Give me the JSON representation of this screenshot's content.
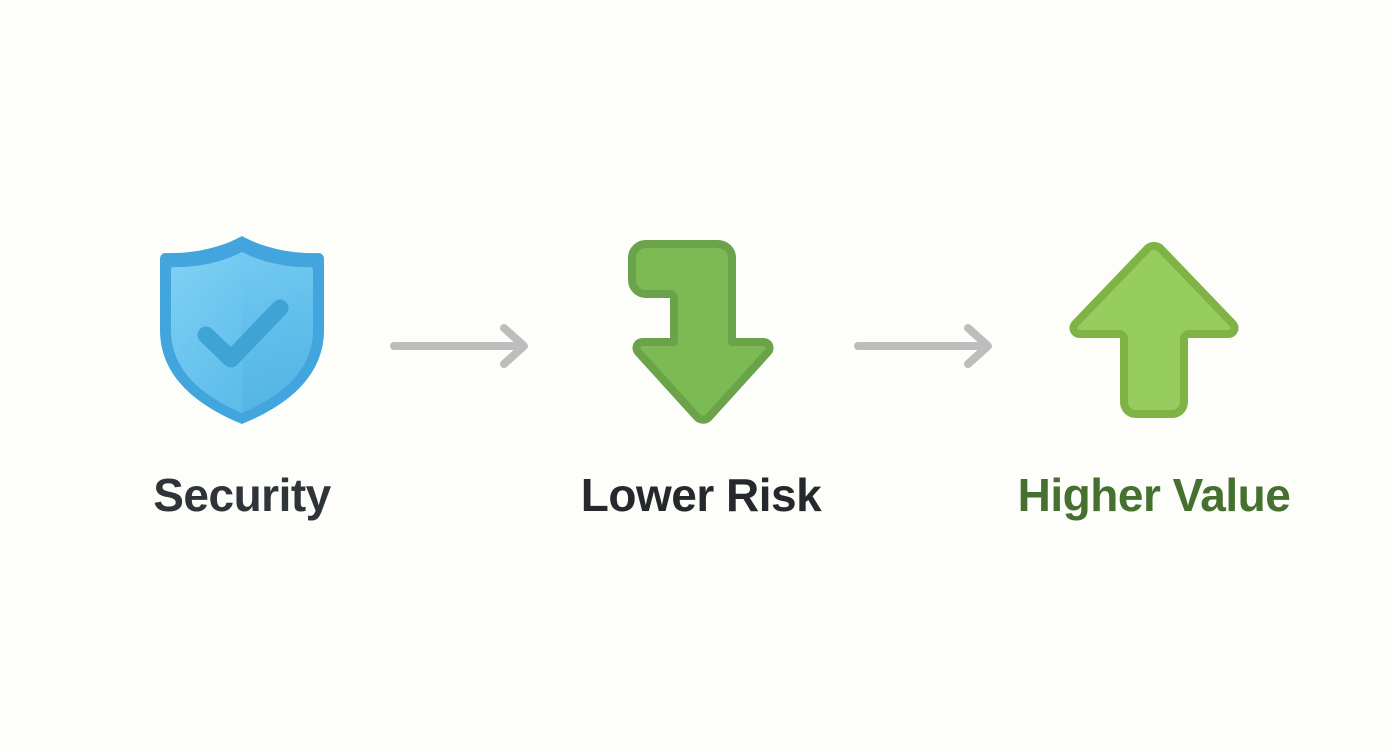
{
  "page": {
    "background_color": "#fdfdfa",
    "type": "process-flow-diagram",
    "title": "",
    "step_count": 3
  },
  "steps": [
    {
      "id": "security",
      "label": "Security",
      "label_color": "#2f3438",
      "icon": "shield-check-icon",
      "icon_colors": {
        "outline": "#42a5dd",
        "fill": "#62c0ec",
        "fill_light": "#74cbf2",
        "check": "#3fa3d4"
      }
    },
    {
      "id": "lower-risk",
      "label": "Lower Risk",
      "label_color": "#25282c",
      "icon": "arrow-turn-down-icon",
      "icon_colors": {
        "outline": "#6aa349",
        "fill": "#7cba54"
      }
    },
    {
      "id": "higher-value",
      "label": "Higher Value",
      "label_color": "#45702f",
      "icon": "arrow-up-icon",
      "icon_colors": {
        "outline": "#7fb345",
        "fill": "#96cd5e"
      }
    }
  ],
  "connectors": [
    {
      "id": "connector-1",
      "from": "security",
      "to": "lower-risk",
      "icon": "arrow-right-icon",
      "color": "#bdbdbd"
    },
    {
      "id": "connector-2",
      "from": "lower-risk",
      "to": "higher-value",
      "icon": "arrow-right-icon",
      "color": "#bdbdbd"
    }
  ]
}
